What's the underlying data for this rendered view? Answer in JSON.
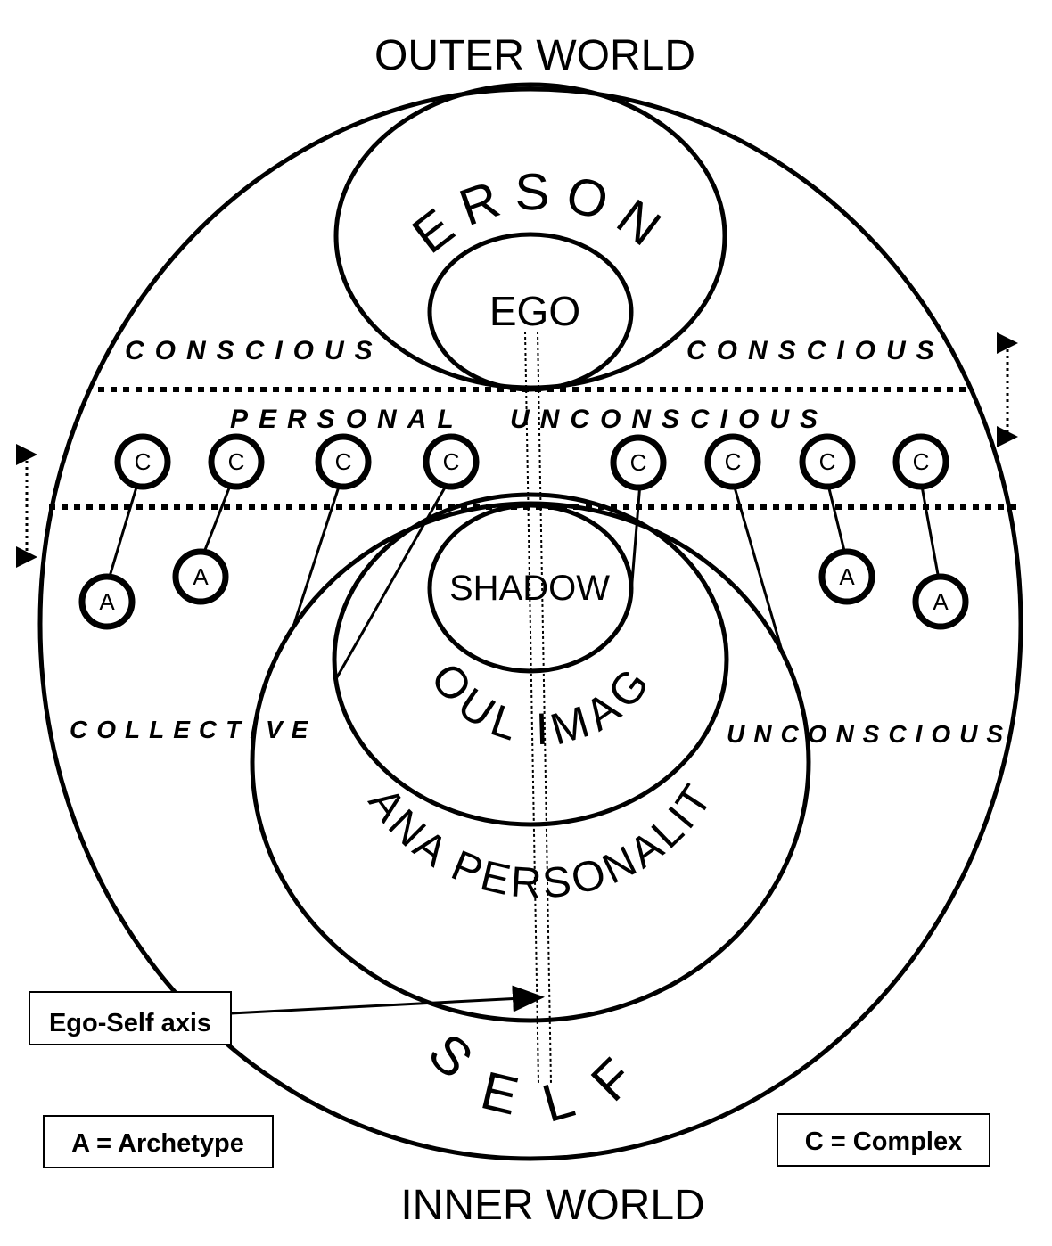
{
  "labels": {
    "outer_world": "OUTER WORLD",
    "inner_world": "INNER WORLD",
    "persona": "PERSONA",
    "ego": "EGO",
    "conscious_left": "CONSCIOUS",
    "conscious_right": "CONSCIOUS",
    "personal": "PERSONAL",
    "unconscious_personal": "UNCONSCIOUS",
    "shadow": "SHADOW",
    "soul_image": "SOUL IMAGE",
    "collective": "COLLECTIVE",
    "unconscious_collective": "UNCONSCIOUS",
    "mana_personality": "MANA PERSONALITY",
    "self": "SELF"
  },
  "nodes": {
    "complex_letter": "C",
    "archetype_letter": "A"
  },
  "legend": {
    "ego_self_axis": "Ego-Self axis",
    "archetype": "A = Archetype",
    "complex": "C = Complex"
  }
}
